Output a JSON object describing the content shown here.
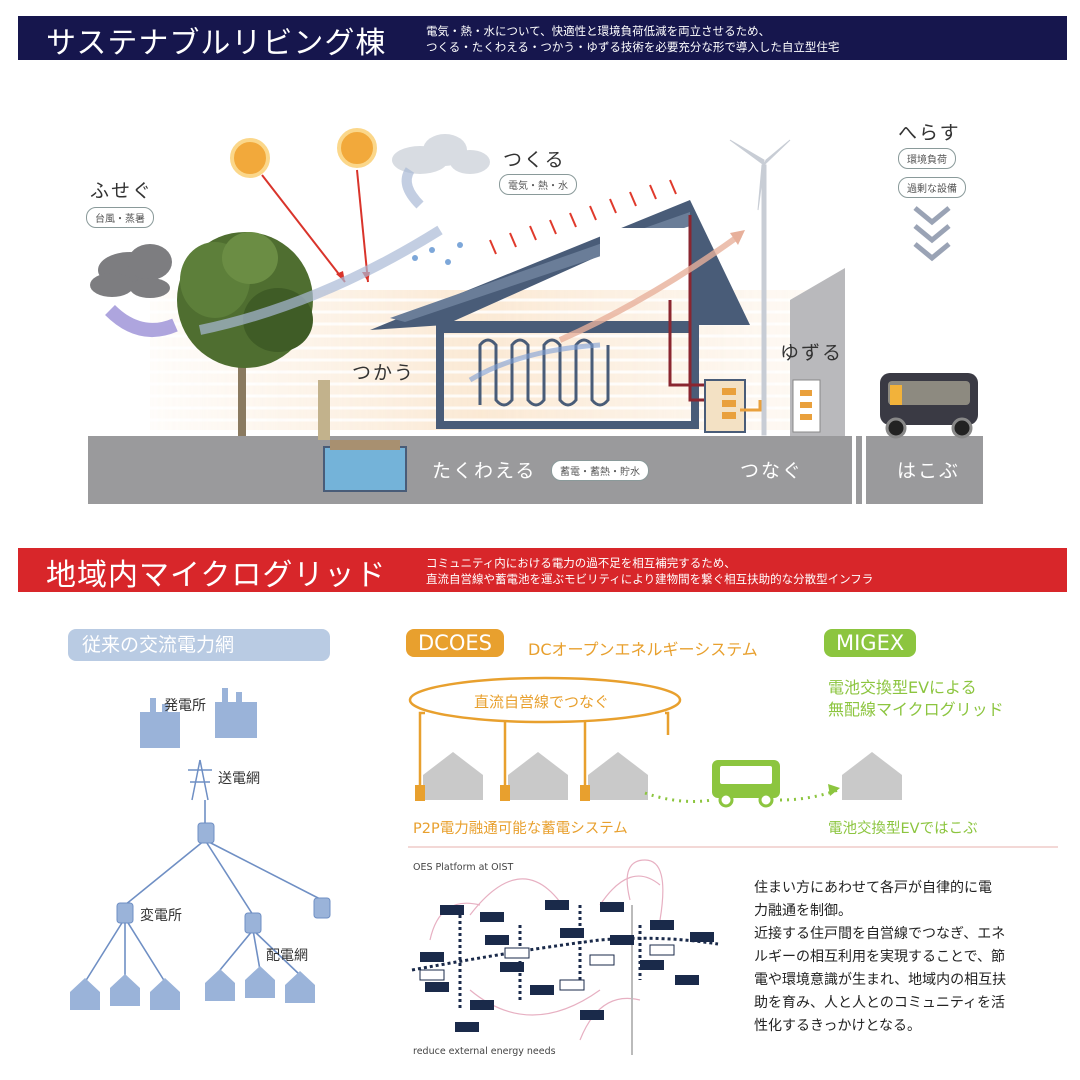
{
  "section1": {
    "title": "サステナブルリビング棟",
    "desc_line1": "電気・熱・水について、快適性と環境負荷低減を両立させるため、",
    "desc_line2": "つくる・たくわえる・つかう・ゆずる技術を必要充分な形で導入した自立型住宅",
    "band_color": "#16164d"
  },
  "house": {
    "fusegu": "ふせぐ",
    "fusegu_sub": "台風・蒸暑",
    "tsukuru": "つくる",
    "tsukuru_sub": "電気・熱・水",
    "herasu": "へらす",
    "herasu_sub1": "環境負荷",
    "herasu_sub2": "過剰な設備",
    "tsukau": "つかう",
    "yuzuru": "ゆずる",
    "takuwaeru": "たくわえる",
    "takuwaeru_sub": "蓄電・蓄熱・貯水",
    "tsunagu": "つなぐ",
    "hakobu": "はこぶ"
  },
  "section2": {
    "title": "地域内マイクログリッド",
    "desc_line1": "コミュニティ内における電力の過不足を相互補完するため、",
    "desc_line2": "直流自営線や蓄電池を運ぶモビリティにより建物間を繋ぐ相互扶助的な分散型インフラ",
    "band_color": "#d8262a"
  },
  "grid_ac": {
    "heading": "従来の交流電力網",
    "plant": "発電所",
    "transmission": "送電網",
    "substation": "変電所",
    "distribution": "配電網",
    "color": "#6f8fc4"
  },
  "dcoes": {
    "tag": "DCOES",
    "name": "DCオープンエネルギーシステム",
    "loop": "直流自営線でつなぐ",
    "storage": "P2P電力融通可能な蓄電システム",
    "color": "#e8a02e"
  },
  "migex": {
    "tag": "MIGEX",
    "line1": "電池交換型EVによる",
    "line2": "無配線マイクログリッド",
    "ev": "電池交換型EVではこぶ",
    "color": "#8cc53f"
  },
  "oes": {
    "title": "OES Platform at OIST",
    "footer": "reduce external energy needs"
  },
  "description": {
    "lines": [
      "住まい方にあわせて各戸が自律的に電",
      "力融通を制御。",
      "近接する住戸間を自営線でつなぎ、エネ",
      "ルギーの相互利用を実現することで、節",
      "電や環境意識が生まれ、地域内の相互扶",
      "助を育み、人と人とのコミュニティを活",
      "性化するきっかけとなる。"
    ]
  }
}
